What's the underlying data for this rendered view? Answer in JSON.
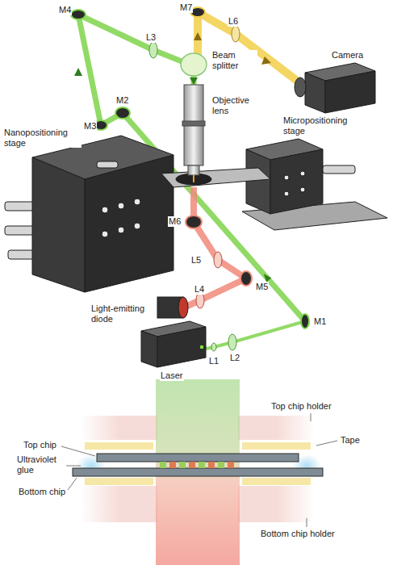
{
  "diagram": {
    "labels": [
      "M4",
      "M7",
      "L6",
      "L3",
      "Beam splitter",
      "Camera",
      "M3",
      "M2",
      "Nanopositioning stage",
      "Objective lens",
      "Micropositioning stage",
      "M6",
      "L5",
      "M5",
      "L4",
      "M1",
      "Light-emitting diode",
      "L2",
      "L1",
      "Laser",
      "Top chip holder",
      "Tape",
      "Top chip",
      "Ultraviolet glue",
      "Bottom chip",
      "Bottom chip holder"
    ]
  }
}
